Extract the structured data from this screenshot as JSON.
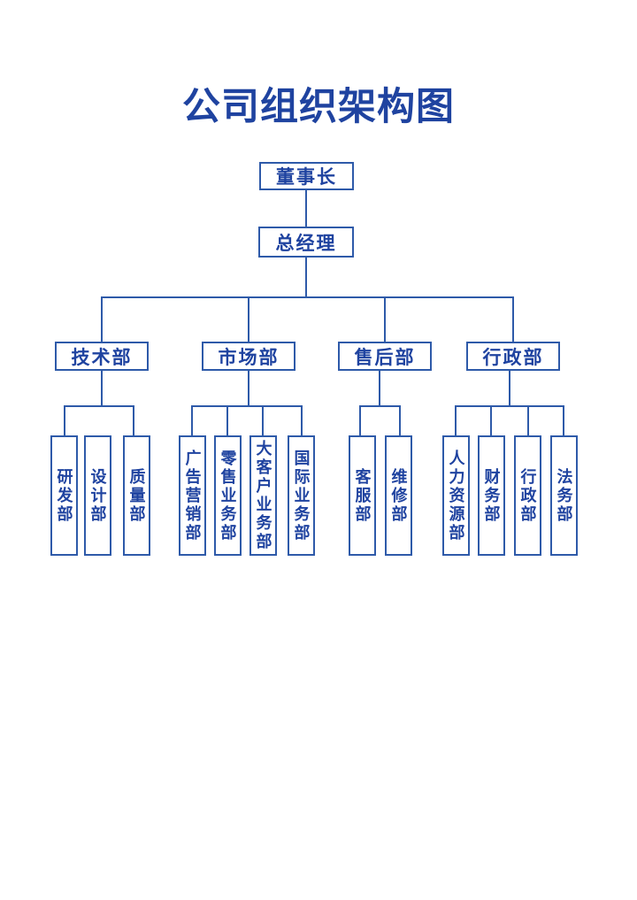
{
  "page": {
    "title": "公司组织架构图"
  },
  "colors": {
    "line": "#2e5aa9",
    "text": "#1f43a0",
    "background": "#ffffff"
  },
  "org": {
    "chairman": {
      "label": "董事长"
    },
    "general_manager": {
      "label": "总经理"
    },
    "departments": [
      {
        "label": "技术部",
        "children": [
          "研发部",
          "设计部",
          "质量部"
        ]
      },
      {
        "label": "市场部",
        "children": [
          "广告营销部",
          "零售业务部",
          "大客户业务部",
          "国际业务部"
        ]
      },
      {
        "label": "售后部",
        "children": [
          "客服部",
          "维修部"
        ]
      },
      {
        "label": "行政部",
        "children": [
          "人力资源部",
          "财务部",
          "行政部",
          "法务部"
        ]
      }
    ]
  }
}
